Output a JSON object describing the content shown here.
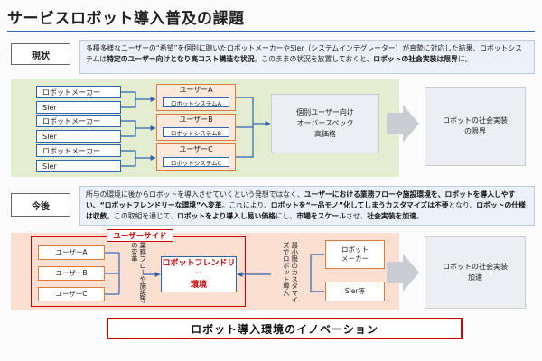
{
  "title": "サービスロボット導入普及の課題",
  "current": {
    "label": "現状",
    "desc_part1": "多種多様なユーザーの“希望”を個別に聴いたロボットメーカーやSIer（システムインテグレーター）が真摯に対応した結果、ロボットシステムは",
    "desc_bold1": "特定のユーザー向けとなり高コスト構造な状況",
    "desc_part2": "。このままの状況を放置しておくと、",
    "desc_bold2": "ロボットの社会実装は限界",
    "desc_part3": "に。",
    "makers": [
      "ロボットメーカー",
      "ロボットメーカー",
      "ロボットメーカー"
    ],
    "siers": [
      "SIer",
      "SIer",
      "SIer"
    ],
    "users": [
      {
        "name": "ユーザーA",
        "system": "ロボットシステムA"
      },
      {
        "name": "ユーザーB",
        "system": "ロボットシステムB"
      },
      {
        "name": "ユーザーC",
        "system": "ロボットシステムC"
      }
    ],
    "spec_box": [
      "個別ユーザー向け",
      "オーバースペック",
      "高価格"
    ],
    "result_box": [
      "ロボットの社会実装",
      "の限界"
    ]
  },
  "future": {
    "label": "今後",
    "desc_part1": "所与の環境に後からロボットを導入させていくという発想ではなく、",
    "desc_bold1": "ユーザーにおける業務フローや施設環境を、ロボットを導入しやすい、“ロボットフレンドリーな環境”へ変革",
    "desc_part2": "。これにより、",
    "desc_bold2": "ロボットを“一品モノ”化してしまうカスタマイズは不要",
    "desc_part3": "となり、",
    "desc_bold3": "ロボットの仕様は収斂",
    "desc_part4": "。この取組を通じて、",
    "desc_bold4": "ロボットをより導入し易い価格",
    "desc_part5": "にし、",
    "desc_bold5": "市場をスケール",
    "desc_part6": "させ、",
    "desc_bold6": "社会実装を加速",
    "desc_part7": "。",
    "user_side_label": "ユーザーサイド",
    "users": [
      "ユーザーA",
      "ユーザーB",
      "ユーザーC"
    ],
    "process_text": "業務フローや施設等の変革",
    "center_box": [
      "ロボットフレンドリー",
      "環境"
    ],
    "customize_text": "最小限のカスタマイズでロボット導入",
    "makers_box": [
      "ロボット",
      "メーカー"
    ],
    "sier_box": "SIer等",
    "result_box": [
      "ロボットの社会実装",
      "加速"
    ],
    "innovation": "ロボット導入環境のイノベーション"
  },
  "colors": {
    "accent_blue": "#2f64b1",
    "accent_orange": "#e07a3a",
    "accent_red": "#cc0000",
    "band_green": "#e3eed1",
    "band_pink": "#fbe0d2"
  }
}
